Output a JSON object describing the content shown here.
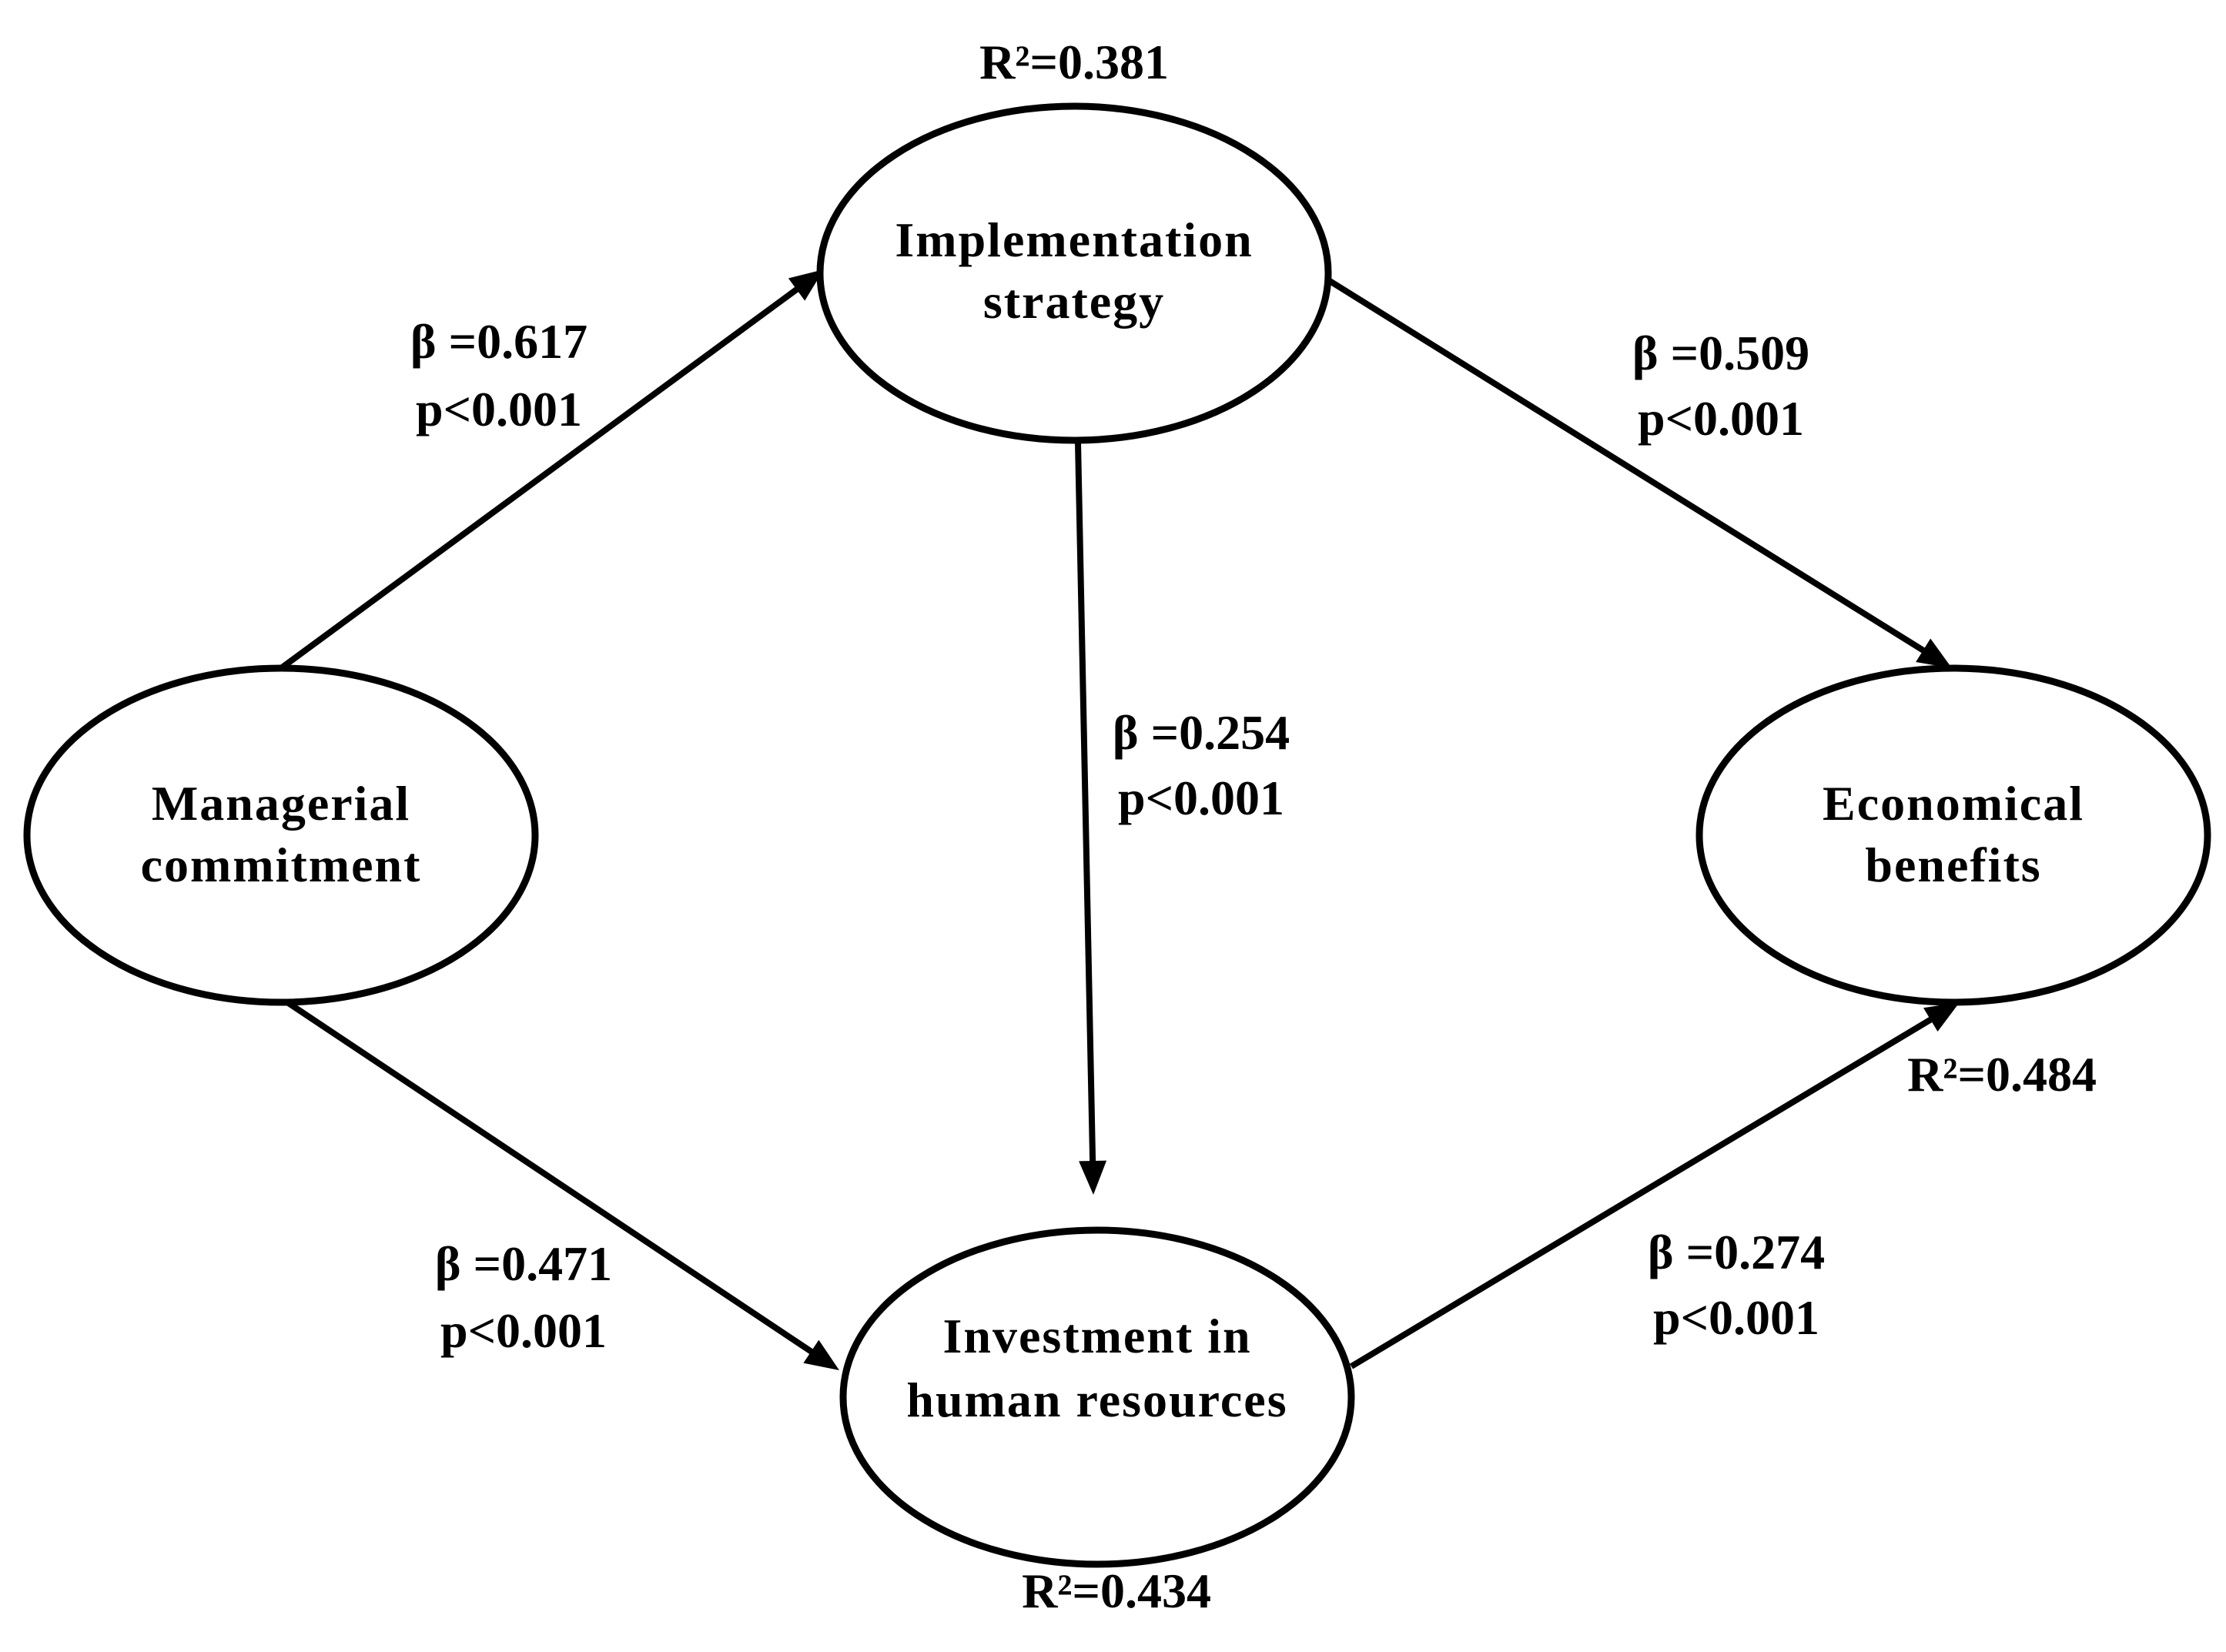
{
  "colors": {
    "stroke": "#000000",
    "background": "#ffffff",
    "text": "#000000"
  },
  "nodes": {
    "managerial": {
      "line1": "Managerial",
      "line2": "commitment"
    },
    "implementation": {
      "line1": "Implementation",
      "line2": "strategy",
      "r2": "R²=0.381"
    },
    "investment": {
      "line1": "Investment in",
      "line2": "human resources",
      "r2": "R²=0.434"
    },
    "economical": {
      "line1": "Economical",
      "line2": "benefits",
      "r2": "R²=0.484"
    }
  },
  "paths": {
    "mc_is": {
      "beta": "β =0.617",
      "p": "p<0.001"
    },
    "is_eb": {
      "beta": "β =0.509",
      "p": "p<0.001"
    },
    "is_ihr": {
      "beta": "β =0.254",
      "p": "p<0.001"
    },
    "mc_ihr": {
      "beta": "β =0.471",
      "p": "p<0.001"
    },
    "ihr_eb": {
      "beta": "β =0.274",
      "p": "p<0.001"
    }
  }
}
